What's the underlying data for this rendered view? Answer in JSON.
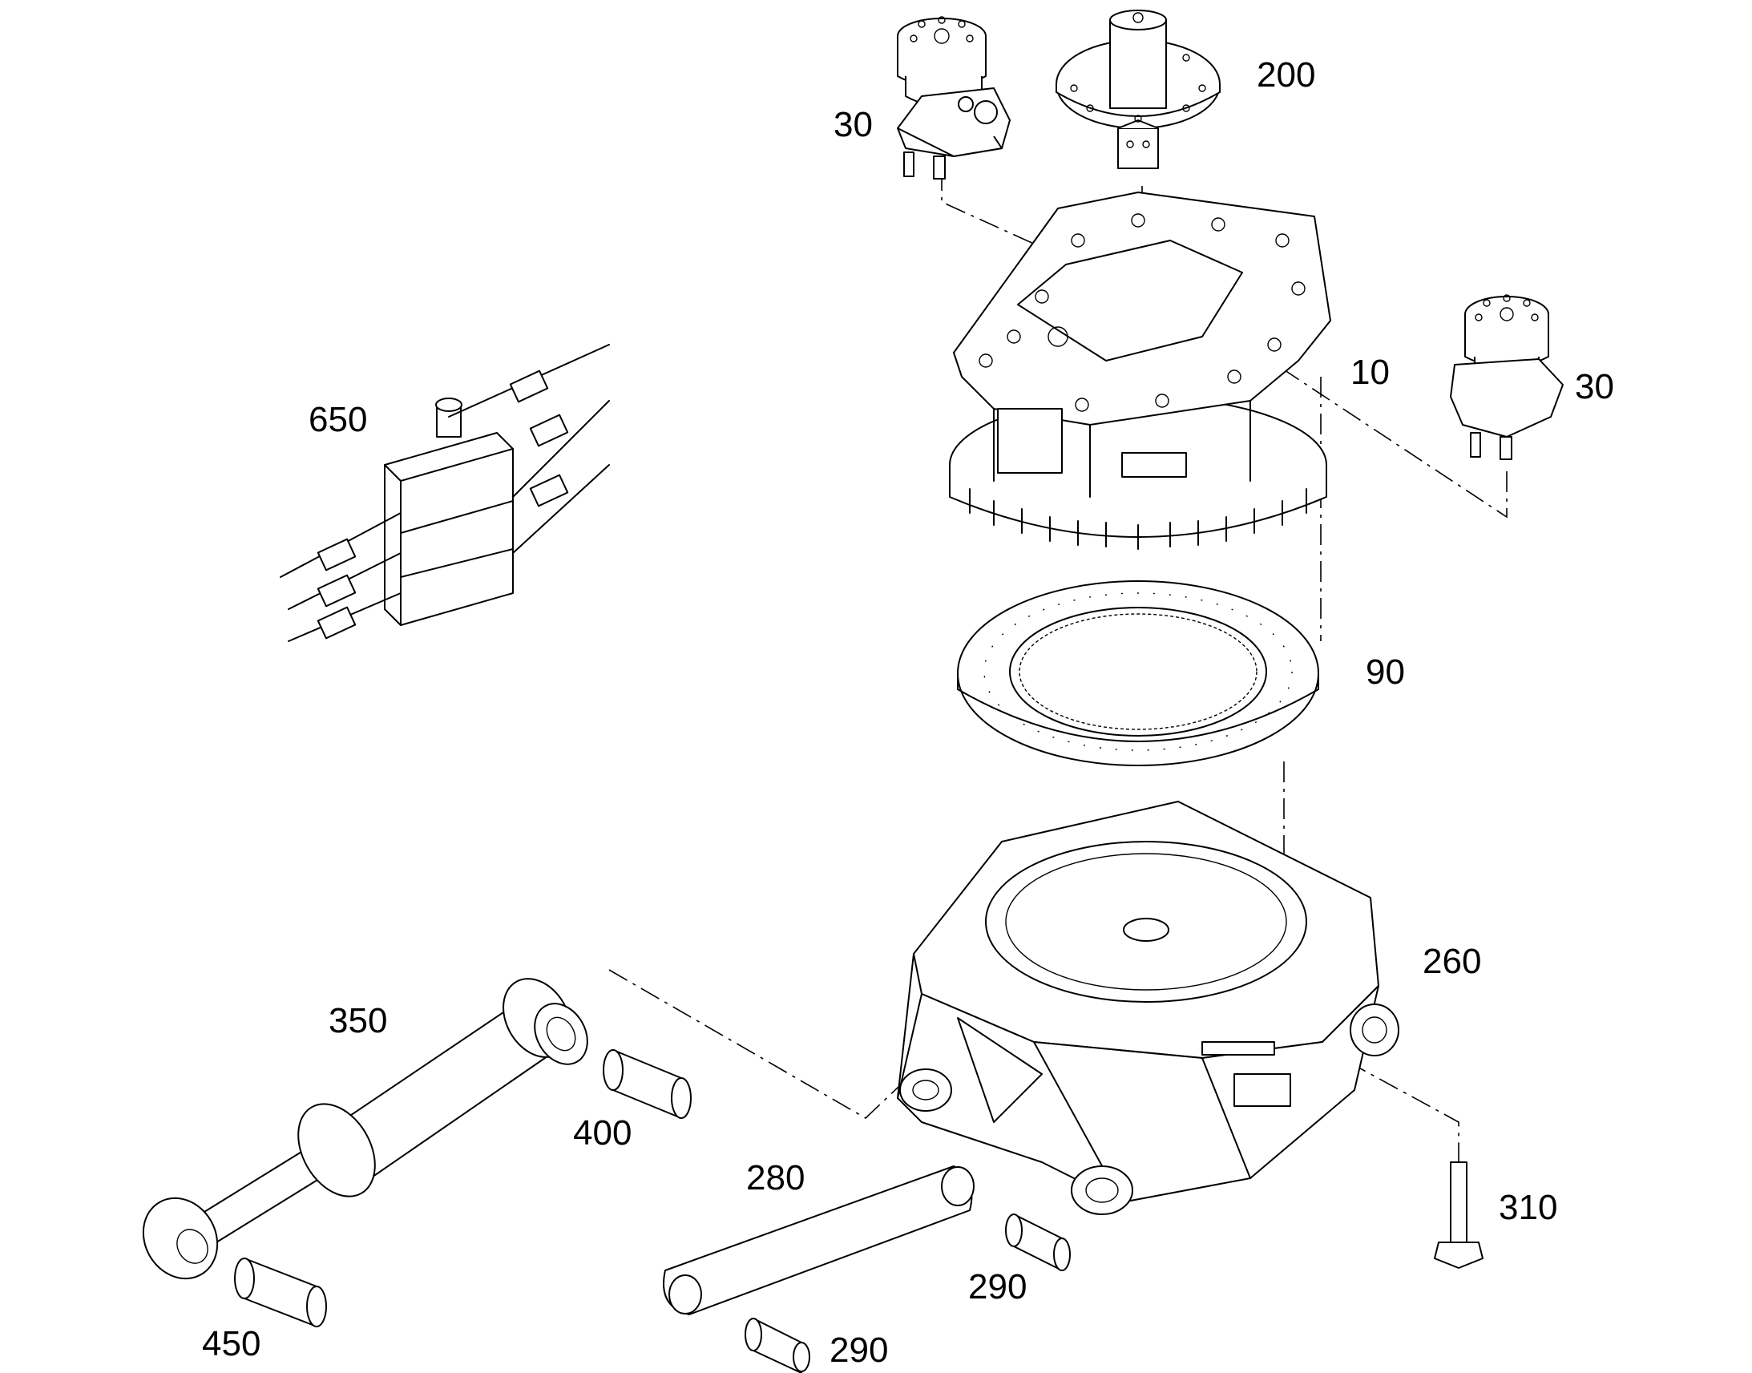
{
  "diagram": {
    "callouts": {
      "c30a": "30",
      "c200": "200",
      "c10": "10",
      "c30b": "30",
      "c650": "650",
      "c90": "90",
      "c260": "260",
      "c350": "350",
      "c400": "400",
      "c280": "280",
      "c310": "310",
      "c290a": "290",
      "c290b": "290",
      "c450": "450"
    }
  }
}
